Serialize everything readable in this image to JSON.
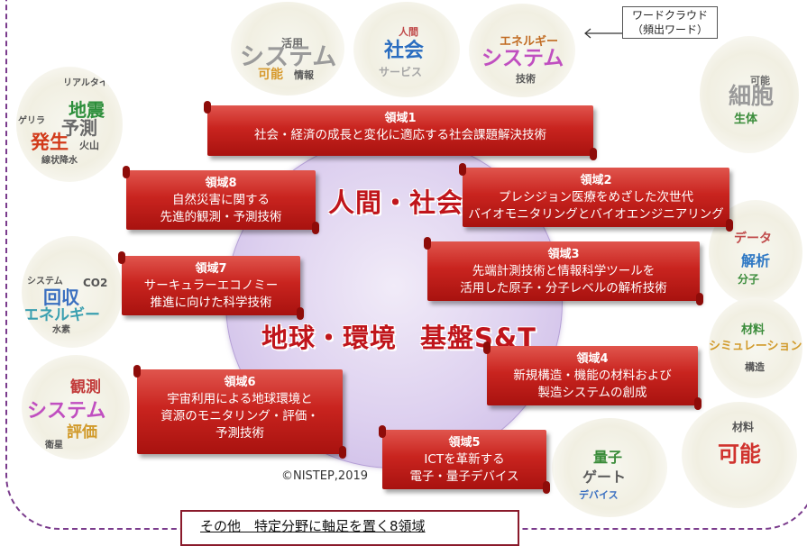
{
  "callout": {
    "line1": "ワードクラウド",
    "line2": "（頻出ワード）"
  },
  "domain_labels": {
    "society": "人間・社会",
    "environment": "地球・環境",
    "foundation": "基盤S&T"
  },
  "regions": [
    {
      "title": "領域1",
      "lines": [
        "社会・経済の成長と変化に適応する社会課題解決技術"
      ]
    },
    {
      "title": "領域2",
      "lines": [
        "プレシジョン医療をめざした次世代",
        "バイオモニタリングとバイオエンジニアリング"
      ]
    },
    {
      "title": "領域3",
      "lines": [
        "先端計測技術と情報科学ツールを",
        "活用した原子・分子レベルの解析技術"
      ]
    },
    {
      "title": "領域4",
      "lines": [
        "新規構造・機能の材料および",
        "製造システムの創成"
      ]
    },
    {
      "title": "領域5",
      "lines": [
        "ICTを革新する",
        "電子・量子デバイス"
      ]
    },
    {
      "title": "領域6",
      "lines": [
        "宇宙利用による地球環境と",
        "資源のモニタリング・評価・",
        "予測技術"
      ]
    },
    {
      "title": "領域7",
      "lines": [
        "サーキュラーエコノミー",
        "推進に向けた科学技術"
      ]
    },
    {
      "title": "領域8",
      "lines": [
        "自然災害に関する",
        "先進的観測・予測技術"
      ]
    }
  ],
  "copyright": "©NISTEP,2019",
  "footer": "その他　特定分野に軸足を置く8領域",
  "word_clouds": [
    {
      "words": [
        "システム",
        "活用",
        "可能",
        "情報"
      ]
    },
    {
      "words": [
        "社会",
        "サービス",
        "人間"
      ]
    },
    {
      "words": [
        "システム",
        "エネルギー",
        "技術"
      ]
    },
    {
      "words": [
        "細胞",
        "生体",
        "可能"
      ]
    },
    {
      "words": [
        "予測",
        "地震",
        "発生",
        "火山",
        "リアルタイム",
        "ゲリラ",
        "線状降水"
      ]
    },
    {
      "words": [
        "解析",
        "データ",
        "分子"
      ]
    },
    {
      "words": [
        "回収",
        "エネルギー",
        "CO2",
        "システム",
        "水素"
      ]
    },
    {
      "words": [
        "シミュレーション",
        "材料",
        "構造"
      ]
    },
    {
      "words": [
        "システム",
        "観測",
        "評価",
        "衛星"
      ]
    },
    {
      "words": [
        "量子",
        "デバイス",
        "ゲート"
      ]
    },
    {
      "words": [
        "可能",
        "材料"
      ]
    }
  ],
  "colors": {
    "scroll": "#c9241f",
    "label": "#c0151b",
    "circle": "#d5c8ec",
    "frame": "#7a3b8c"
  }
}
